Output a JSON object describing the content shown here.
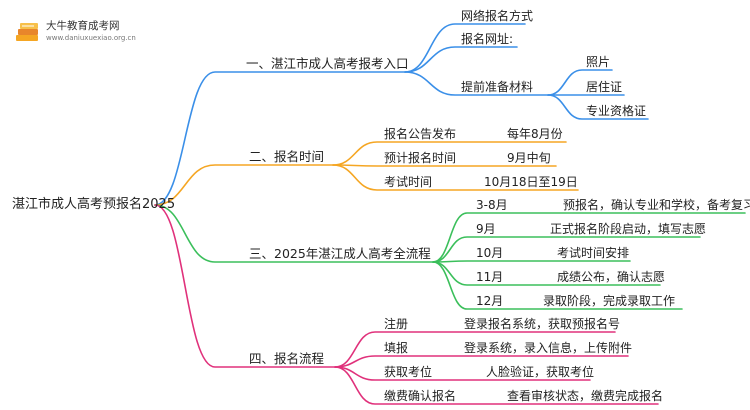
{
  "logo": {
    "title": "大牛教育成考网",
    "url": "www.daniuxuexiao.org.cn",
    "icon": "book-stack-icon"
  },
  "colors": {
    "blue": "#3a8fe8",
    "orange": "#f5a623",
    "green": "#3bbf5b",
    "pink": "#e0317b",
    "root_line": "#555555"
  },
  "root": "湛江市成人高考预报名2025",
  "branches": {
    "b1": {
      "title": "一、湛江市成人高考报考入口",
      "items": {
        "online": "网络报名方式",
        "website": "报名网址:",
        "prepare": "提前准备材料",
        "prepare_items": [
          "照片",
          "居住证",
          "专业资格证"
        ]
      }
    },
    "b2": {
      "title": "二、报名时间",
      "rows": [
        {
          "label": "报名公告发布",
          "value": "每年8月份"
        },
        {
          "label": "预计报名时间",
          "value": "9月中旬"
        },
        {
          "label": "考试时间",
          "value": "10月18日至19日"
        }
      ]
    },
    "b3": {
      "title": "三、2025年湛江成人高考全流程",
      "rows": [
        {
          "label": "3-8月",
          "value": "预报名，确认专业和学校，备考复习"
        },
        {
          "label": "9月",
          "value": "正式报名阶段启动，填写志愿"
        },
        {
          "label": "10月",
          "value": "考试时间安排"
        },
        {
          "label": "11月",
          "value": "成绩公布，确认志愿"
        },
        {
          "label": "12月",
          "value": "录取阶段，完成录取工作"
        }
      ]
    },
    "b4": {
      "title": "四、报名流程",
      "rows": [
        {
          "label": "注册",
          "value": "登录报名系统，获取预报名号"
        },
        {
          "label": "填报",
          "value": "登录系统，录入信息，上传附件"
        },
        {
          "label": "获取考位",
          "value": "人脸验证，获取考位"
        },
        {
          "label": "缴费确认报名",
          "value": "查看审核状态，缴费完成报名"
        }
      ]
    }
  }
}
